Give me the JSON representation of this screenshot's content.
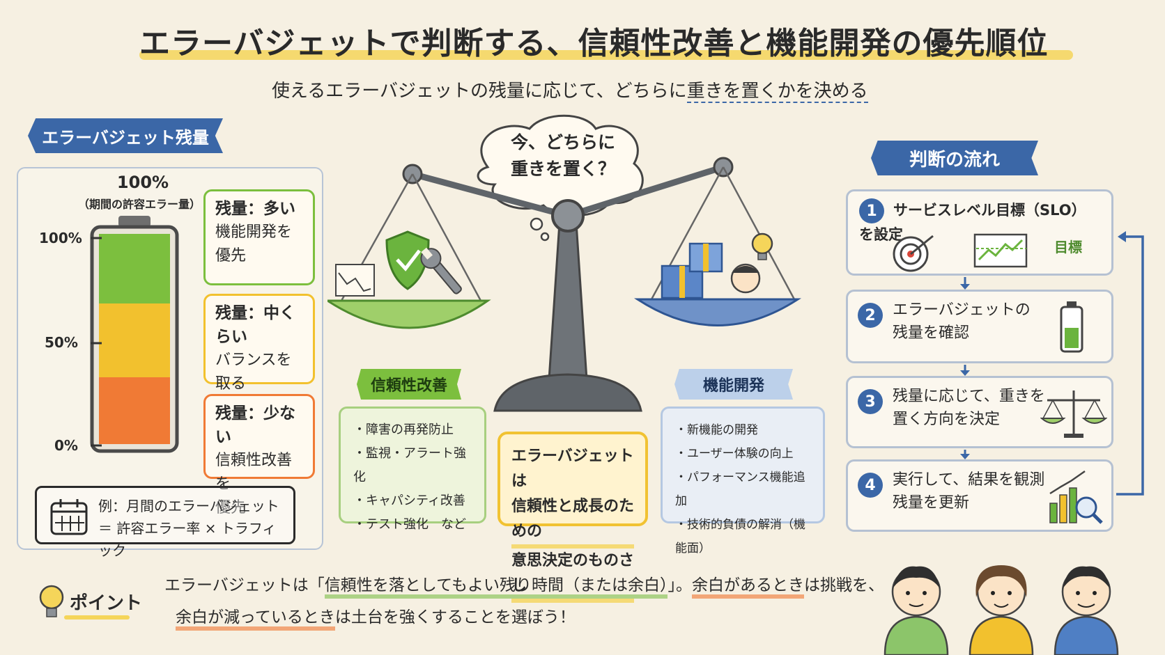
{
  "title": "エラーバジェットで判断する、信頼性改善と機能開発の優先順位",
  "subtitle": {
    "part1": "使えるエラーバジェットの残量に応じて、どちらに",
    "highlight": "重きを置くかを決める"
  },
  "left": {
    "ribbon": "エラーバジェット残量",
    "top_label": "100%",
    "top_sub": "（期間の許容エラー量）",
    "ticks": [
      "100%",
      "50%",
      "0%"
    ],
    "levels": [
      {
        "head": "残量：多い",
        "body1": "機能開発を",
        "body2": "優先",
        "color": "#7cbf3e"
      },
      {
        "head": "残量：中くらい",
        "body1": "バランスを",
        "body2": "取る",
        "color": "#f2c12e"
      },
      {
        "head": "残量：少ない",
        "body1": "信頼性改善を",
        "body2": "優先",
        "color": "#f07a35"
      }
    ],
    "note_line1": "例：月間のエラーバジェット",
    "note_line2": "＝ 許容エラー率 × トラフィック"
  },
  "center": {
    "thought": {
      "line1": "今、どちらに",
      "line2": "重きを置く？"
    },
    "left_label": "信頼性改善",
    "left_items": [
      "障害の再発防止",
      "監視・アラート強化",
      "キャパシティ改善",
      "テスト強化　など"
    ],
    "right_label": "機能開発",
    "right_items": [
      "新機能の開発",
      "ユーザー体験の向上",
      "パフォーマンス機能追加",
      "技術的負債の解消（機能面）"
    ],
    "card": {
      "line1": "エラーバジェットは",
      "line2": "信頼性と成長のための",
      "line3": "意思決定のものさし"
    }
  },
  "flow": {
    "ribbon": "判断の流れ",
    "steps": [
      {
        "num": "1",
        "line1": "サービスレベル目標（SLO）を設定",
        "line2": ""
      },
      {
        "num": "2",
        "line1": "エラーバジェットの",
        "line2": "残量を確認"
      },
      {
        "num": "3",
        "line1": "残量に応じて、重きを",
        "line2": "置く方向を決定"
      },
      {
        "num": "4",
        "line1": "実行して、結果を観測",
        "line2": "残量を更新"
      }
    ],
    "target_label": "目標"
  },
  "point": {
    "label": "ポイント",
    "t1": "エラーバジェットは「",
    "t2": "信頼性を落としてもよい残り時間（または余白）",
    "t3": "」。",
    "t4": "余白があるとき",
    "t5": "は挑戦を、",
    "t6": "余白が減っているとき",
    "t7": "は土台を強くすることを選ぼう！"
  },
  "colors": {
    "blue": "#3b67a7",
    "green": "#7cbf3e",
    "yellow": "#f2c12e",
    "orange": "#f07a35"
  }
}
